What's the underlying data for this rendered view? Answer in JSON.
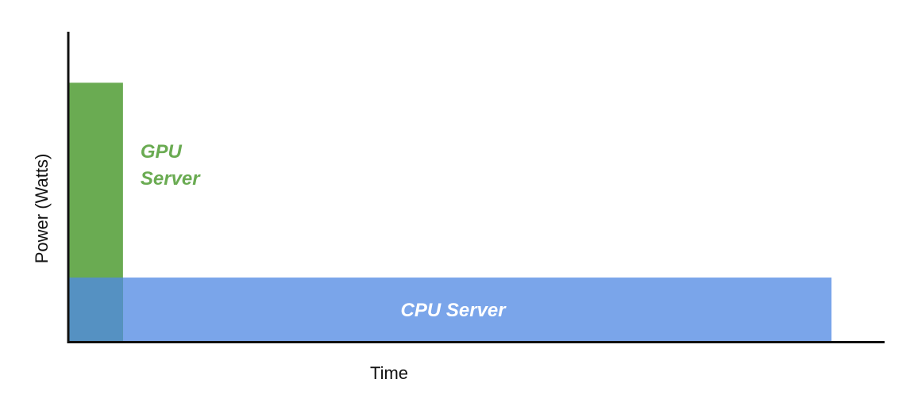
{
  "chart_data": {
    "type": "area",
    "title": "",
    "xlabel": "Time",
    "ylabel": "Power (Watts)",
    "xlim": [
      0,
      100
    ],
    "ylim": [
      0,
      100
    ],
    "grid": false,
    "series": [
      {
        "name": "CPU Server",
        "label_lines": [
          "CPU Server"
        ],
        "x": [
          0,
          93.5
        ],
        "y": [
          20.5,
          20.5
        ],
        "color": "#7aa5ea",
        "label_color": "#ffffff"
      },
      {
        "name": "GPU Server",
        "label_lines": [
          "GPU",
          "Server"
        ],
        "x": [
          0,
          6.7
        ],
        "y": [
          83.5,
          83.5
        ],
        "color": "#6aab52",
        "label_color": "#6aab52"
      }
    ],
    "overlap_color": "#5591c2"
  }
}
